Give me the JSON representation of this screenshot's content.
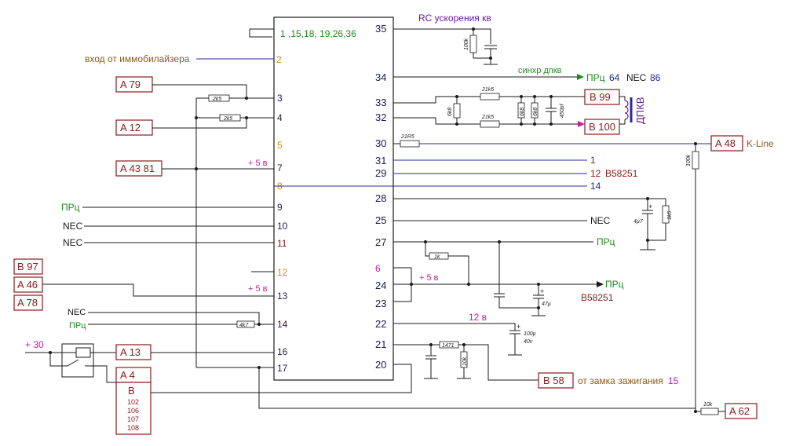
{
  "colors": {
    "wire": "#1a1a1a",
    "blue_wire": "#2a2aa0",
    "connector": "#8b1a1a",
    "green": "#1f8a1f",
    "orange": "#d08a10",
    "magenta": "#c020a0",
    "purple": "#6a1aa0",
    "brown": "#8a5a1a",
    "navy": "#1a2a9a"
  },
  "pin1_label": "1 ,15,18,   19,26,36",
  "left_pins": [
    "2",
    "3",
    "4",
    "5",
    "7",
    "8",
    "9",
    "10",
    "11",
    "12",
    "13",
    "14",
    "16",
    "17"
  ],
  "right_pins": [
    "35",
    "34",
    "33",
    "32",
    "30",
    "31",
    "29",
    "28",
    "25",
    "27",
    "6",
    "24",
    "23",
    "22",
    "21",
    "20"
  ],
  "labels": {
    "rc": "RC ускорения кв",
    "immo": "вход от иммобилайзера",
    "sync": "синхр дпкв",
    "dpkv": "ДПКВ",
    "kline": "K-Line",
    "p5v_7": "+ 5 в",
    "p5v_13": "+ 5 в",
    "p5v_24": "+ 5 в",
    "v12": "12 в",
    "p30": "+ 30",
    "prc_9": "ПРц",
    "nec_10": "NEC",
    "nec_11": "NEC",
    "nec_14": "NEC",
    "prc_14": "ПРц",
    "prc_34": "ПРц",
    "n64": "64",
    "nec_34": "NEC",
    "n86": "86",
    "out31": "1",
    "out29": "12",
    "b58251_29": "B58251",
    "out8": "14",
    "nec_25": "NEC",
    "prc_27": "ПРц",
    "prc_24": "ПРц",
    "b58251_24": "B58251",
    "ign": "от замка зажигания",
    "n15": "15"
  },
  "connectors": {
    "a79": "A 79",
    "a12": "A 12",
    "a4381": "A 43 81",
    "b97": "B 97",
    "a46": "A 46",
    "a78": "A 78",
    "a13": "A 13",
    "a4": "A 4",
    "b": "B",
    "b_102": "102",
    "b_106": "106",
    "b_107": "107",
    "b_108": "108",
    "b99": "B 99",
    "b100": "B 100",
    "a48": "A 48",
    "b58": "B 58",
    "a62": "A 62"
  },
  "components": {
    "r3": "2k5",
    "r4": "2k5",
    "r100k_top": "100k",
    "r21k5_a": "21k5",
    "r21k5_b": "21k5",
    "r6k8": "6k8",
    "r6k8_2": "6k8",
    "r6k8_3": "6k8",
    "c450": "450pf",
    "r21r5": "21R5",
    "r100k_right": "100k",
    "c4u7": "4µ7",
    "r1k5": "1k5",
    "r1k": "1k",
    "c47u": "47µ",
    "c100u": "100µ",
    "c40v": "40v",
    "r4k7": "4k7",
    "r1471": "1471",
    "r10k_v": "10k",
    "r10k_h": "10k"
  }
}
